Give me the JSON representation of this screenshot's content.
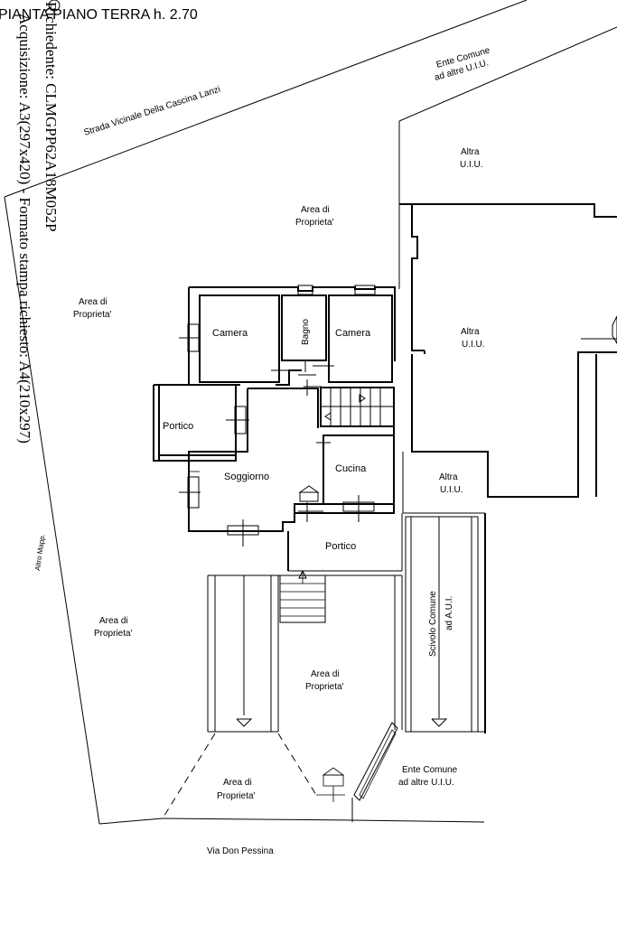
{
  "title": "PIANTA PIANO TERRA h. 2.70",
  "side_text": {
    "requester": "Richiedente: CLMGPP62A18M052P",
    "acquisition": "Acquisizione: A3(297x420) - Formato stampa richiesto: A4(210x297)"
  },
  "labels": {
    "strada": "Strada Vicinale Della Cascina Lanzi",
    "ente_top_1": "Ente Comune",
    "ente_top_2": "ad altre U.I.U.",
    "altra_a_1": "Altra",
    "altra_a_2": "U.I.U.",
    "altra_b_1": "Altra",
    "altra_b_2": "U.I.U.",
    "altra_c_1": "Altra",
    "altra_c_2": "U.I.U.",
    "area_a_1": "Area di",
    "area_a_2": "Proprieta'",
    "area_b_1": "Area di",
    "area_b_2": "Proprieta'",
    "area_c_1": "Area di",
    "area_c_2": "Proprieta'",
    "area_d_1": "Area di",
    "area_d_2": "Proprieta'",
    "area_e_1": "Area di",
    "area_e_2": "Proprieta'",
    "camera_1": "Camera",
    "bagno": "Bagno",
    "camera_2": "Camera",
    "portico_1": "Portico",
    "soggiorno": "Soggiorno",
    "cucina": "Cucina",
    "portico_2": "Portico",
    "scivolo_1": "Scivolo Comune",
    "scivolo_2": "ad A.U.I.",
    "ente_bottom_1": "Ente Comune",
    "ente_bottom_2": "ad altre U.I.U.",
    "altro_mapp": "Altro Mapp.",
    "via": "Via Don Pessina"
  }
}
